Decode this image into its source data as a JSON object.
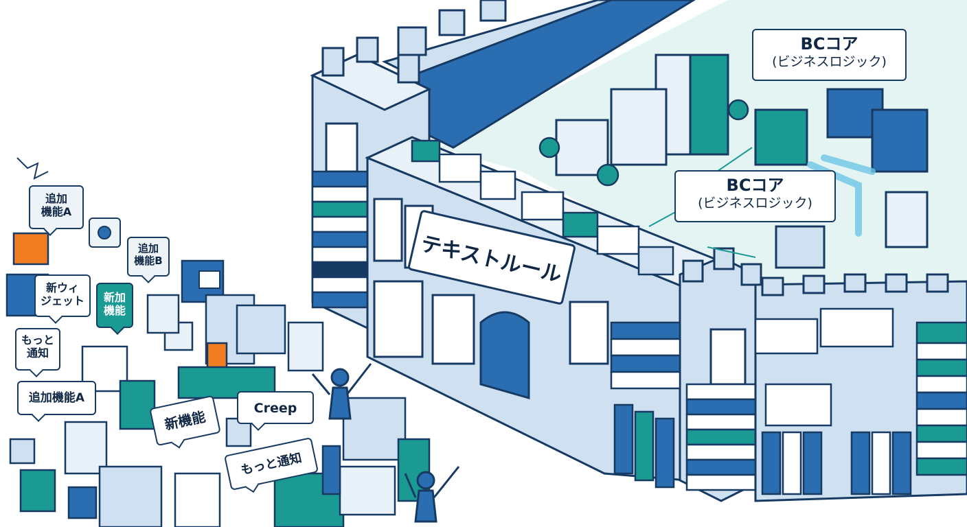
{
  "core_labels": [
    {
      "title": "BCコア",
      "subtitle": "(ビジネスロジック)"
    },
    {
      "title": "BCコア",
      "subtitle": "(ビジネスロジック)"
    }
  ],
  "wall_sign": "テキストルール",
  "bubbles": {
    "b1": "追加\n機能A",
    "b2": "追加\n機能B",
    "b3": "新ウィ\nジェット",
    "b4": "新加\n機能",
    "b5": "もっと\n通知",
    "b6": "追加機能A",
    "b7": "新機能",
    "b8": "Creep",
    "b9": "もっと通知"
  },
  "colors": {
    "navy": "#173a63",
    "blue": "#2a6db0",
    "light_blue": "#cfe0f0",
    "teal": "#1b9a94",
    "pale_teal": "#e4f4f2",
    "orange": "#f07d22"
  }
}
